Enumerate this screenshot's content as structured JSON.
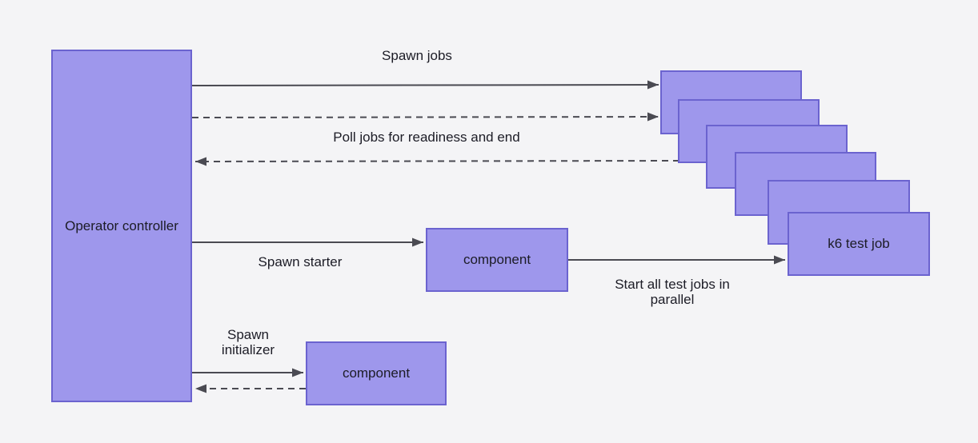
{
  "diagram": {
    "colors": {
      "background": "#f4f4f6",
      "node_fill": "#9e97ec",
      "node_border": "#6b63cf",
      "arrow_color": "#4a4a52",
      "text_color": "#1c1c26"
    },
    "nodes": {
      "operator": {
        "label": "Operator controller"
      },
      "starter_component": {
        "label": "component"
      },
      "initializer_component": {
        "label": "component"
      },
      "k6_test_job": {
        "label": "k6 test job"
      },
      "job_stack_count": 6
    },
    "edge_labels": {
      "spawn_jobs": "Spawn jobs",
      "poll_jobs": "Poll jobs for readiness and end",
      "spawn_starter": "Spawn starter",
      "start_parallel": "Start all test jobs in parallel",
      "spawn_initializer": "Spawn initializer"
    }
  }
}
